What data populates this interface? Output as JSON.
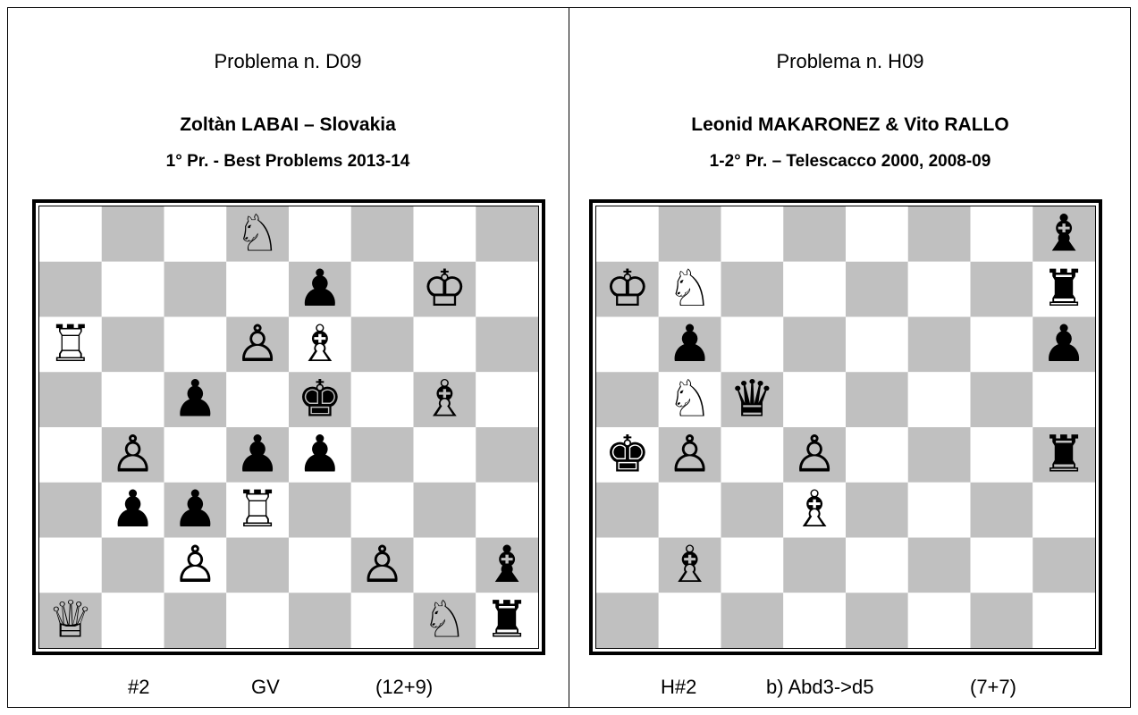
{
  "left": {
    "problem_label": "Problema n.  D09",
    "authors": "Zoltàn LABAI – Slovakia",
    "award": "1° Pr. - Best Problems 2013-14",
    "stipulation": "#2",
    "theme": "GV",
    "piece_count": "(12+9)",
    "pieces": [
      {
        "square": "d8",
        "piece": "N",
        "color": "white"
      },
      {
        "square": "e7",
        "piece": "P",
        "color": "black"
      },
      {
        "square": "g7",
        "piece": "K",
        "color": "white"
      },
      {
        "square": "a6",
        "piece": "R",
        "color": "white"
      },
      {
        "square": "d6",
        "piece": "P",
        "color": "white"
      },
      {
        "square": "e6",
        "piece": "B",
        "color": "white"
      },
      {
        "square": "c5",
        "piece": "P",
        "color": "black"
      },
      {
        "square": "e5",
        "piece": "K",
        "color": "black"
      },
      {
        "square": "g5",
        "piece": "B",
        "color": "white"
      },
      {
        "square": "b4",
        "piece": "P",
        "color": "white"
      },
      {
        "square": "d4",
        "piece": "P",
        "color": "black"
      },
      {
        "square": "e4",
        "piece": "P",
        "color": "black"
      },
      {
        "square": "b3",
        "piece": "P",
        "color": "black"
      },
      {
        "square": "c3",
        "piece": "P",
        "color": "black"
      },
      {
        "square": "d3",
        "piece": "R",
        "color": "white"
      },
      {
        "square": "c2",
        "piece": "P",
        "color": "white"
      },
      {
        "square": "f2",
        "piece": "P",
        "color": "white"
      },
      {
        "square": "h2",
        "piece": "B",
        "color": "black"
      },
      {
        "square": "a1",
        "piece": "Q",
        "color": "white"
      },
      {
        "square": "g1",
        "piece": "N",
        "color": "white"
      },
      {
        "square": "h1",
        "piece": "R",
        "color": "black"
      }
    ]
  },
  "right": {
    "problem_label": "Problema n. H09",
    "authors": "Leonid MAKARONEZ & Vito RALLO",
    "award": "1-2° Pr. – Telescacco 2000, 2008-09",
    "stipulation": "H#2",
    "twin": "b) Abd3->d5",
    "piece_count": "(7+7)",
    "pieces": [
      {
        "square": "h8",
        "piece": "B",
        "color": "black"
      },
      {
        "square": "a7",
        "piece": "K",
        "color": "white"
      },
      {
        "square": "b7",
        "piece": "N",
        "color": "white"
      },
      {
        "square": "h7",
        "piece": "R",
        "color": "black"
      },
      {
        "square": "b6",
        "piece": "P",
        "color": "black"
      },
      {
        "square": "h6",
        "piece": "P",
        "color": "black"
      },
      {
        "square": "b5",
        "piece": "N",
        "color": "white"
      },
      {
        "square": "c5",
        "piece": "Q",
        "color": "black"
      },
      {
        "square": "a4",
        "piece": "K",
        "color": "black"
      },
      {
        "square": "b4",
        "piece": "P",
        "color": "white"
      },
      {
        "square": "d4",
        "piece": "P",
        "color": "white"
      },
      {
        "square": "h4",
        "piece": "R",
        "color": "black"
      },
      {
        "square": "d3",
        "piece": "B",
        "color": "white"
      },
      {
        "square": "b2",
        "piece": "B",
        "color": "white"
      }
    ]
  },
  "colors": {
    "light_square": "#ffffff",
    "dark_square": "#c0c0c0",
    "border": "#000000"
  }
}
